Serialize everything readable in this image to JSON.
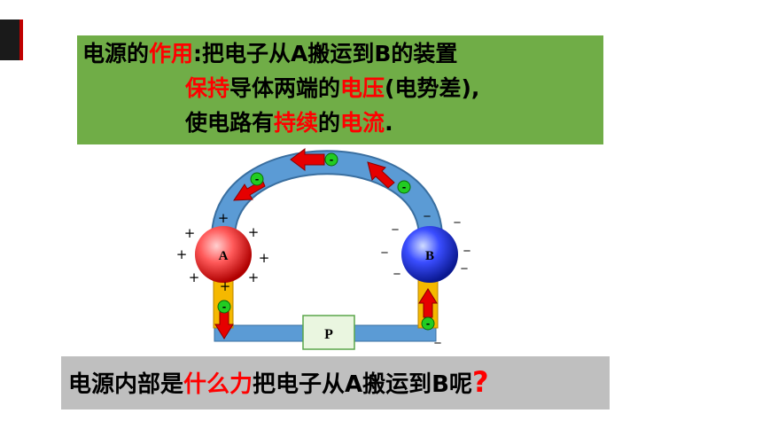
{
  "info": {
    "line1": {
      "a": "电源的",
      "b": "作用",
      "c": ":把电子从A搬运到B的装置"
    },
    "line2": {
      "a": "保持",
      "b": "导体两端的",
      "c": "电压",
      "d": "(电势差),"
    },
    "line3": {
      "a": "使电路有",
      "b": "持续",
      "c": "的",
      "d": "电流",
      "e": "."
    }
  },
  "diagram": {
    "sphere_a_label": "A",
    "sphere_b_label": "B",
    "box_label": "P",
    "electron_symbol": "-",
    "plus_sign": "+",
    "minus_sign": "_"
  },
  "question": {
    "a": "电源内部是",
    "b": "什么力",
    "c": "把电子从A搬运到B呢",
    "d": "?"
  },
  "colors": {
    "green_box": "#70ad47",
    "gray_box": "#bfbfbf",
    "arch": "#5b9bd5",
    "red": "#ff0000",
    "electron": "#22cc22"
  }
}
